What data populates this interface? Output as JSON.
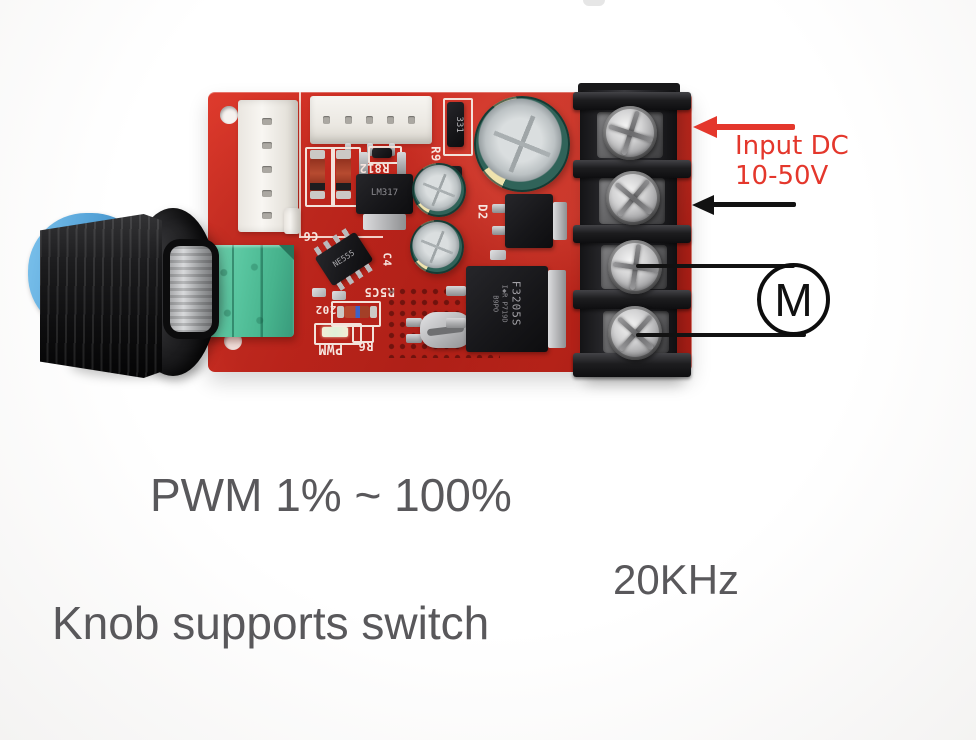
{
  "annotations": {
    "input_line1": "Input DC",
    "input_line2": "10-50V",
    "motor_symbol": "M",
    "pwm_range": "PWM 1% ~ 100%",
    "frequency": "20KHz",
    "knob_note": "Knob supports switch"
  },
  "board_silkscreen": {
    "r9": "R9",
    "r8": "R8",
    "r12": "12",
    "c6": "C6",
    "c4": "C4",
    "r5c5": "R5C5",
    "d2": "D2",
    "z202": "202",
    "pwm": "PWM",
    "r6": "R6"
  },
  "components": {
    "regulator": "LM317",
    "timer": "NE555",
    "mosfet_part": "F3205S",
    "mosfet_mfr": "I◆R P719D",
    "mosfet_lot": "B9PO",
    "inductor": "331"
  },
  "colors": {
    "pcb_red": "#c4261d",
    "annotation_red": "#e4372c",
    "caption_gray": "#59585b",
    "pot_green": "#55c3a0",
    "knob_blue": "#4a9ad6",
    "terminal_black": "#1b1b1d"
  }
}
